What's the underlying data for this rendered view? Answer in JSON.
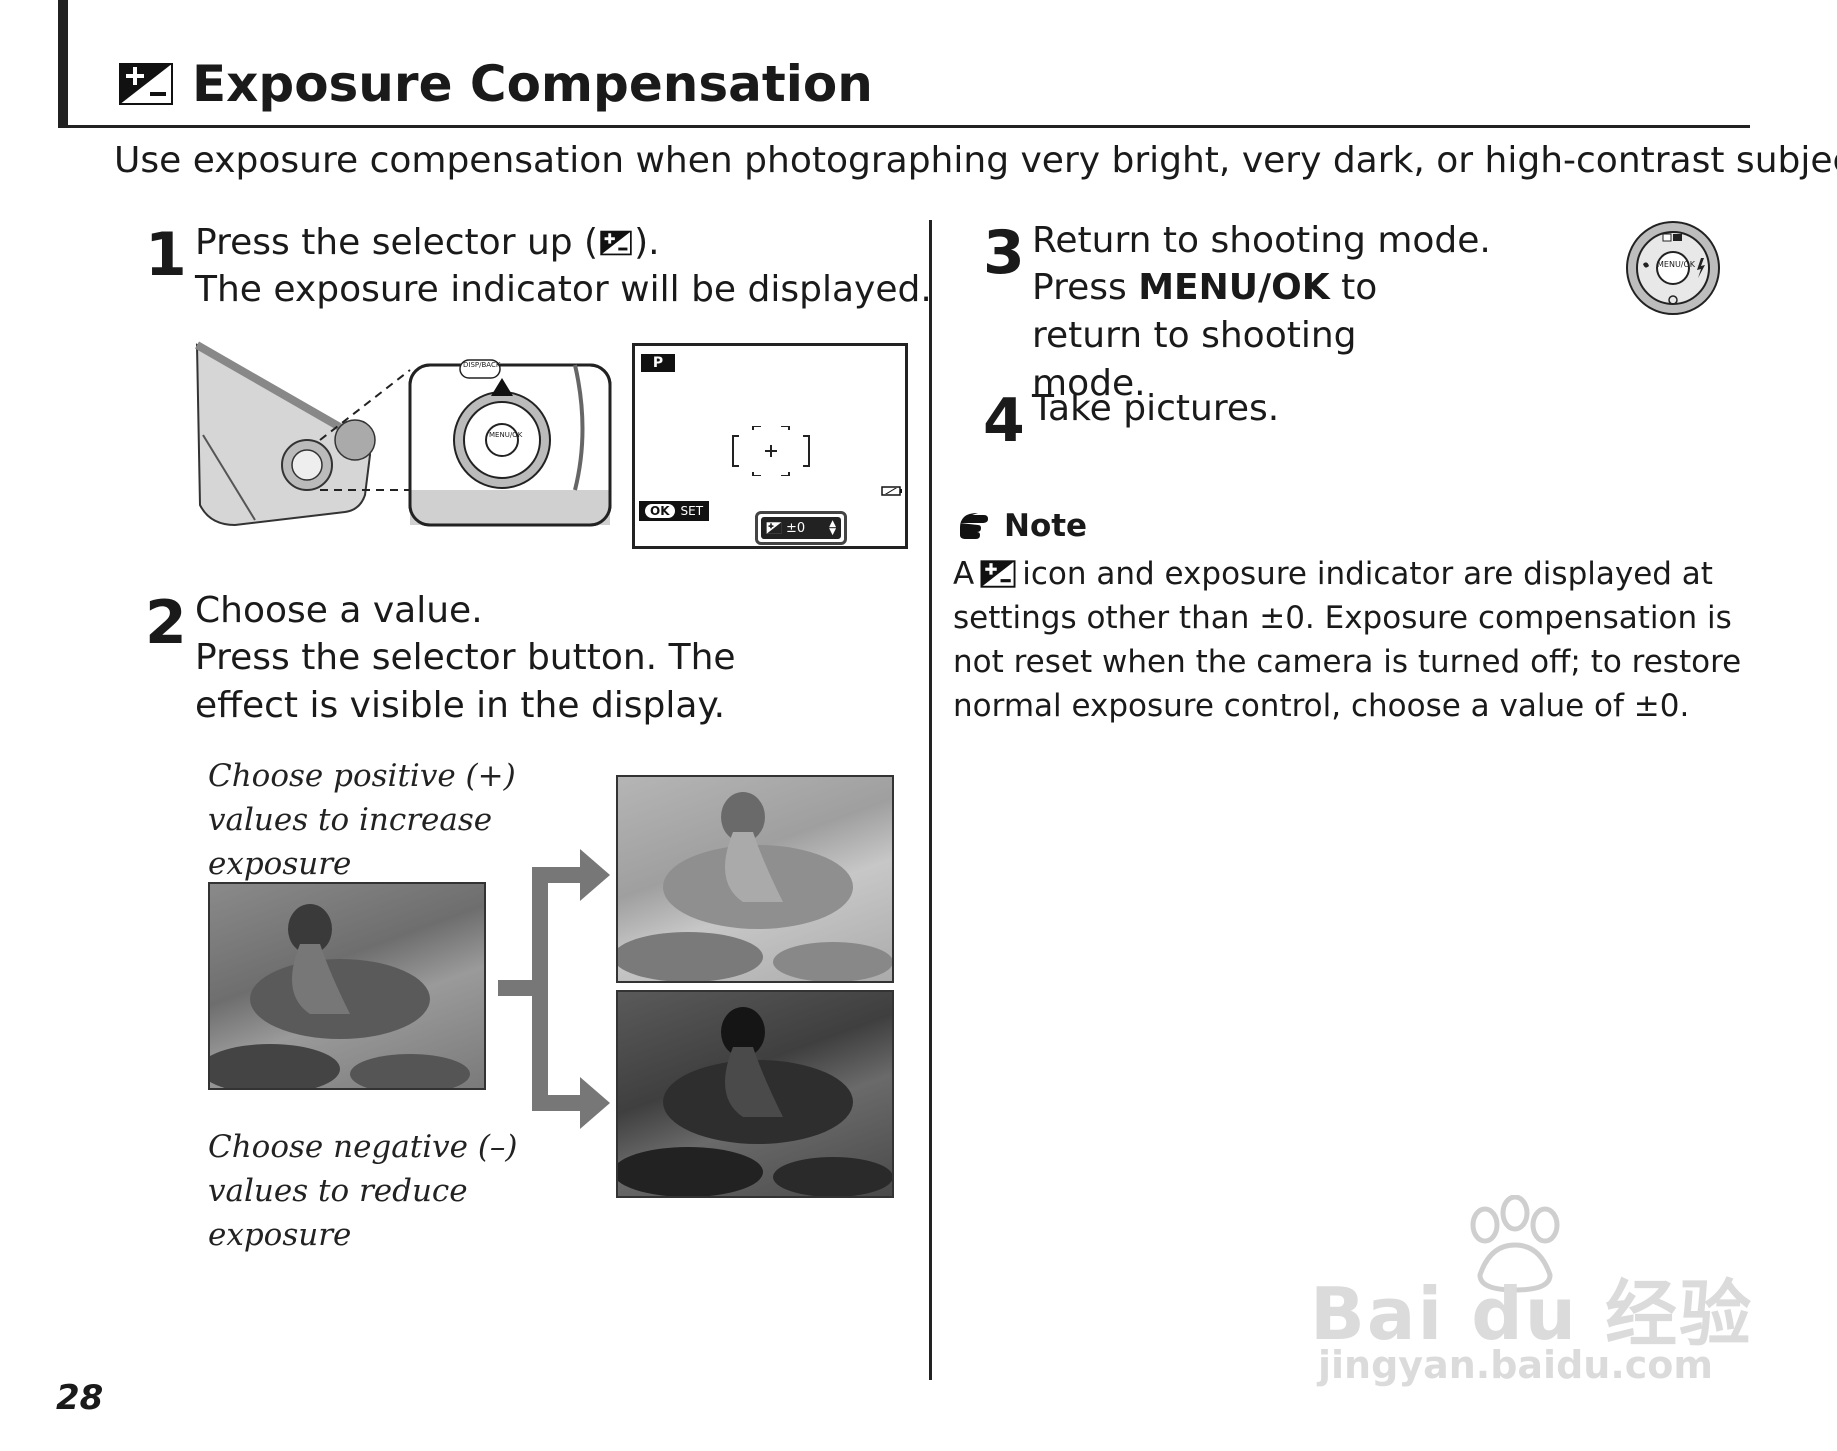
{
  "header": {
    "title": "Exposure Compensation",
    "intro": "Use exposure compensation when photographing very bright, very dark, or high-contrast subjects."
  },
  "steps": [
    {
      "number": "1",
      "title_prefix": "Press the selector up (",
      "title_suffix": ").",
      "body": "The exposure indicator will be displayed."
    },
    {
      "number": "2",
      "title": "Choose a value.",
      "body": "Press the selector button.  The effect is visible in the display."
    },
    {
      "number": "3",
      "title": "Return to shooting mode.",
      "body_prefix": "Press ",
      "body_bold": "MENU/OK",
      "body_suffix": " to return to shooting mode."
    },
    {
      "number": "4",
      "title": "Take pictures."
    }
  ],
  "figure1": {
    "dial_labels": {
      "disp": "DISP/BACK",
      "menu": "MENU/OK"
    },
    "lcd": {
      "mode": "P",
      "ok": "OK",
      "set": "SET",
      "value": "±0"
    }
  },
  "figure2": {
    "caption_positive": "Choose positive (+) values to increase exposure",
    "caption_negative": "Choose negative (–) values to reduce exposure"
  },
  "note": {
    "heading": "Note",
    "text_prefix": "A",
    "text_suffix": "icon and exposure indicator are displayed at settings other than ±0.  Exposure compensation is not reset when the camera is turned off; to restore normal exposure control, choose a value of ±0."
  },
  "page_number": "28",
  "watermark": {
    "brand": "Bai du 经验",
    "url": "jingyan.baidu.com"
  },
  "icons": [
    "exposure-compensation-icon",
    "pointing-hand-icon",
    "selector-dial-icon",
    "camera-illustration"
  ]
}
